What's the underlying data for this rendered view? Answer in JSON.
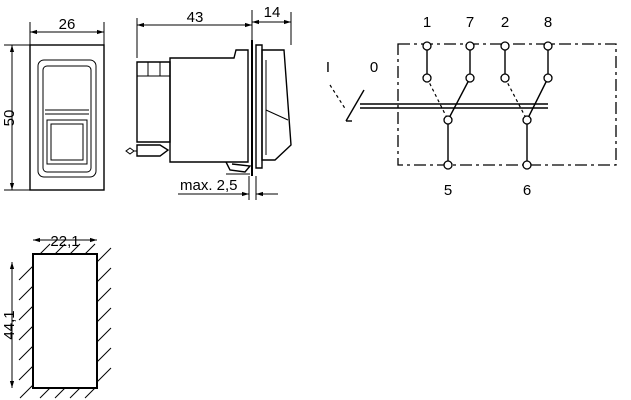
{
  "dimensions": {
    "front_width": "26",
    "front_height": "50",
    "side_depth": "43",
    "side_front": "14",
    "max_label": "max. 2,5",
    "cutout_width": "22,1",
    "cutout_height": "44,1"
  },
  "schematic": {
    "top_terminals": [
      "1",
      "7",
      "2",
      "8"
    ],
    "bottom_terminals": [
      "5",
      "6"
    ],
    "positions": [
      "I",
      "0"
    ]
  }
}
